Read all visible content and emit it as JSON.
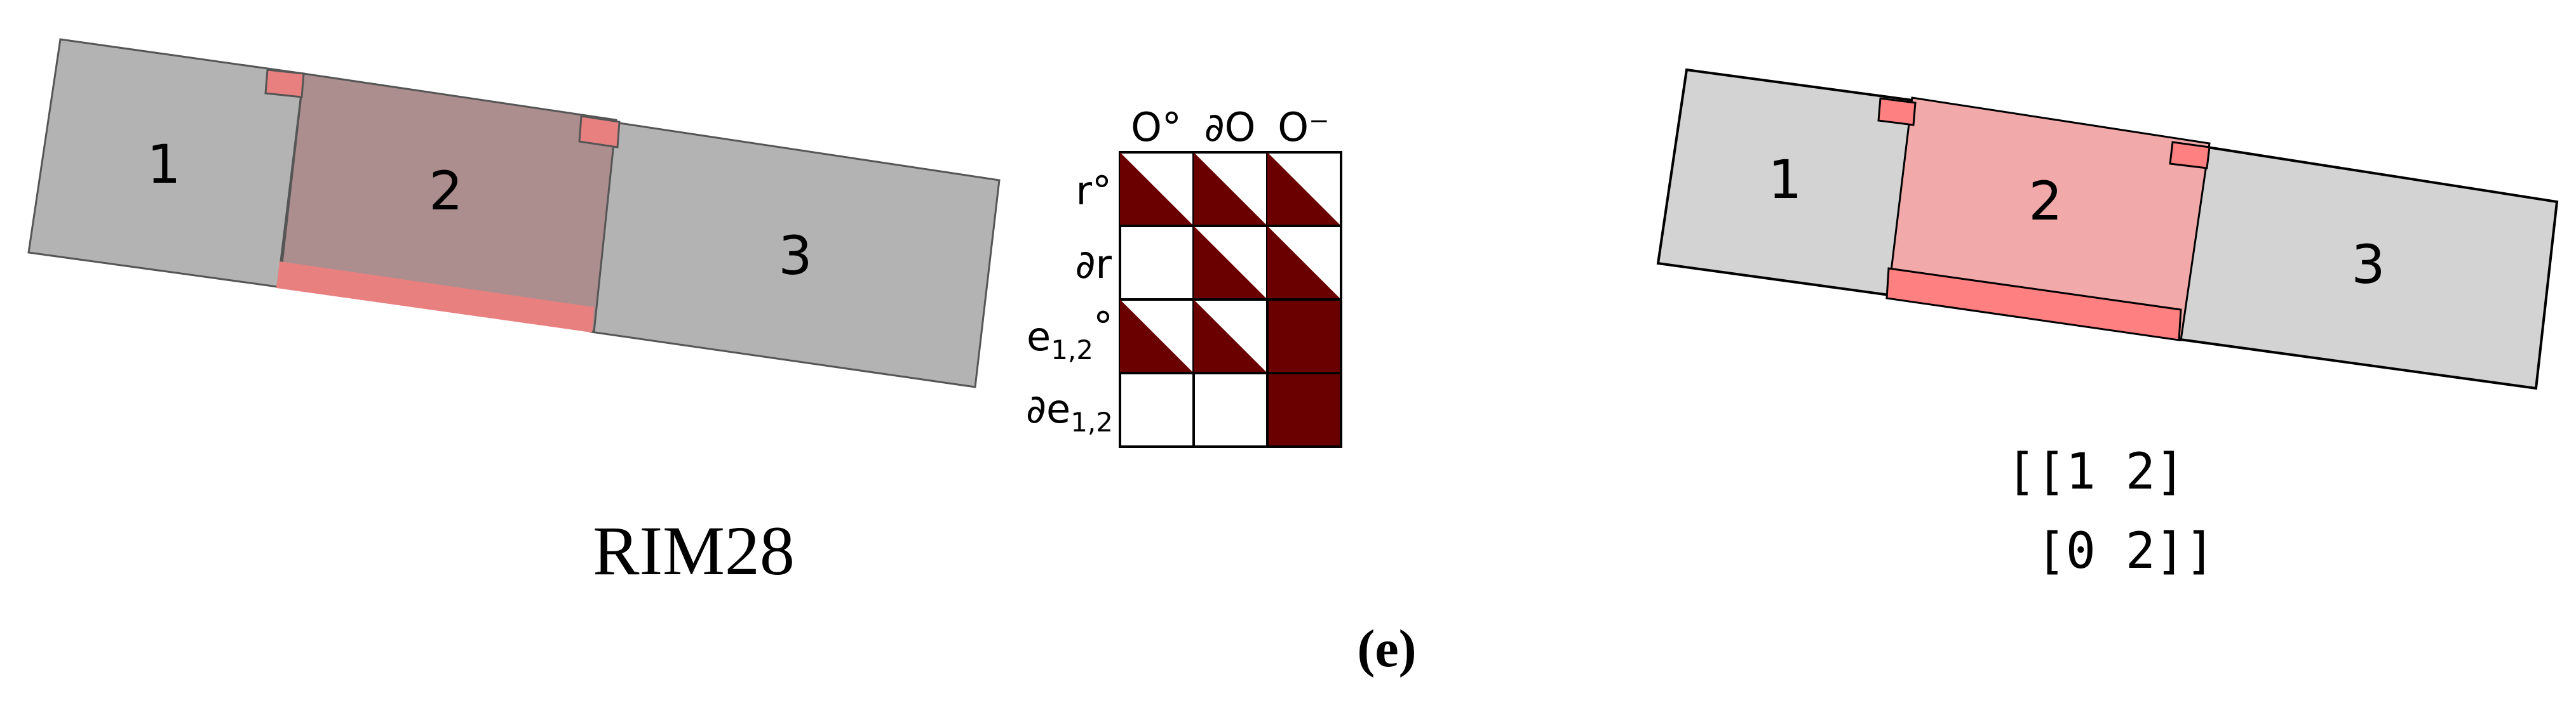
{
  "left_diagram": {
    "region_labels": [
      "1",
      "2",
      "3"
    ],
    "caption": "RIM28",
    "colors": {
      "region_fill": "#b3b3b3",
      "overlap_fill": "#ad8e8e",
      "highlight_strip": "#e88080",
      "outline": "#555555"
    }
  },
  "matrix": {
    "column_headers": [
      "O°",
      "∂O",
      "O⁻"
    ],
    "row_headers": [
      {
        "base": "r°",
        "sub": "",
        "sup": ""
      },
      {
        "base": "∂r",
        "sub": "",
        "sup": ""
      },
      {
        "base": "e",
        "sub": "1,2",
        "sup": "°"
      },
      {
        "base": "∂e",
        "sub": "1,2",
        "sup": ""
      }
    ],
    "cells": [
      [
        "half",
        "half",
        "half"
      ],
      [
        "empty",
        "half",
        "half"
      ],
      [
        "half",
        "half",
        "full"
      ],
      [
        "empty",
        "empty",
        "full"
      ]
    ],
    "colors": {
      "filled": "#6b0000",
      "grid": "#000000"
    }
  },
  "right_diagram": {
    "region_labels": [
      "1",
      "2",
      "3"
    ],
    "matrix_text": [
      "[[1 2]",
      " [0 2]]"
    ],
    "colors": {
      "region_fill": "#d3d3d3",
      "overlap_fill": "#f2a9a9",
      "highlight_strip": "#ff8080",
      "outline": "#000000"
    }
  },
  "figure_label": "(e)"
}
